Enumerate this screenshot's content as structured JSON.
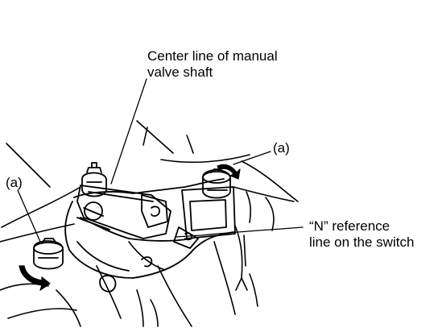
{
  "callouts": {
    "center_line": {
      "line1": "Center line of manual",
      "line2": "valve shaft"
    },
    "n_reference": {
      "line1": "“N” reference",
      "line2": "line on the switch"
    },
    "a_right": "(a)",
    "a_left": "(a)"
  },
  "colors": {
    "ink": "#000000",
    "paper": "#ffffff"
  }
}
